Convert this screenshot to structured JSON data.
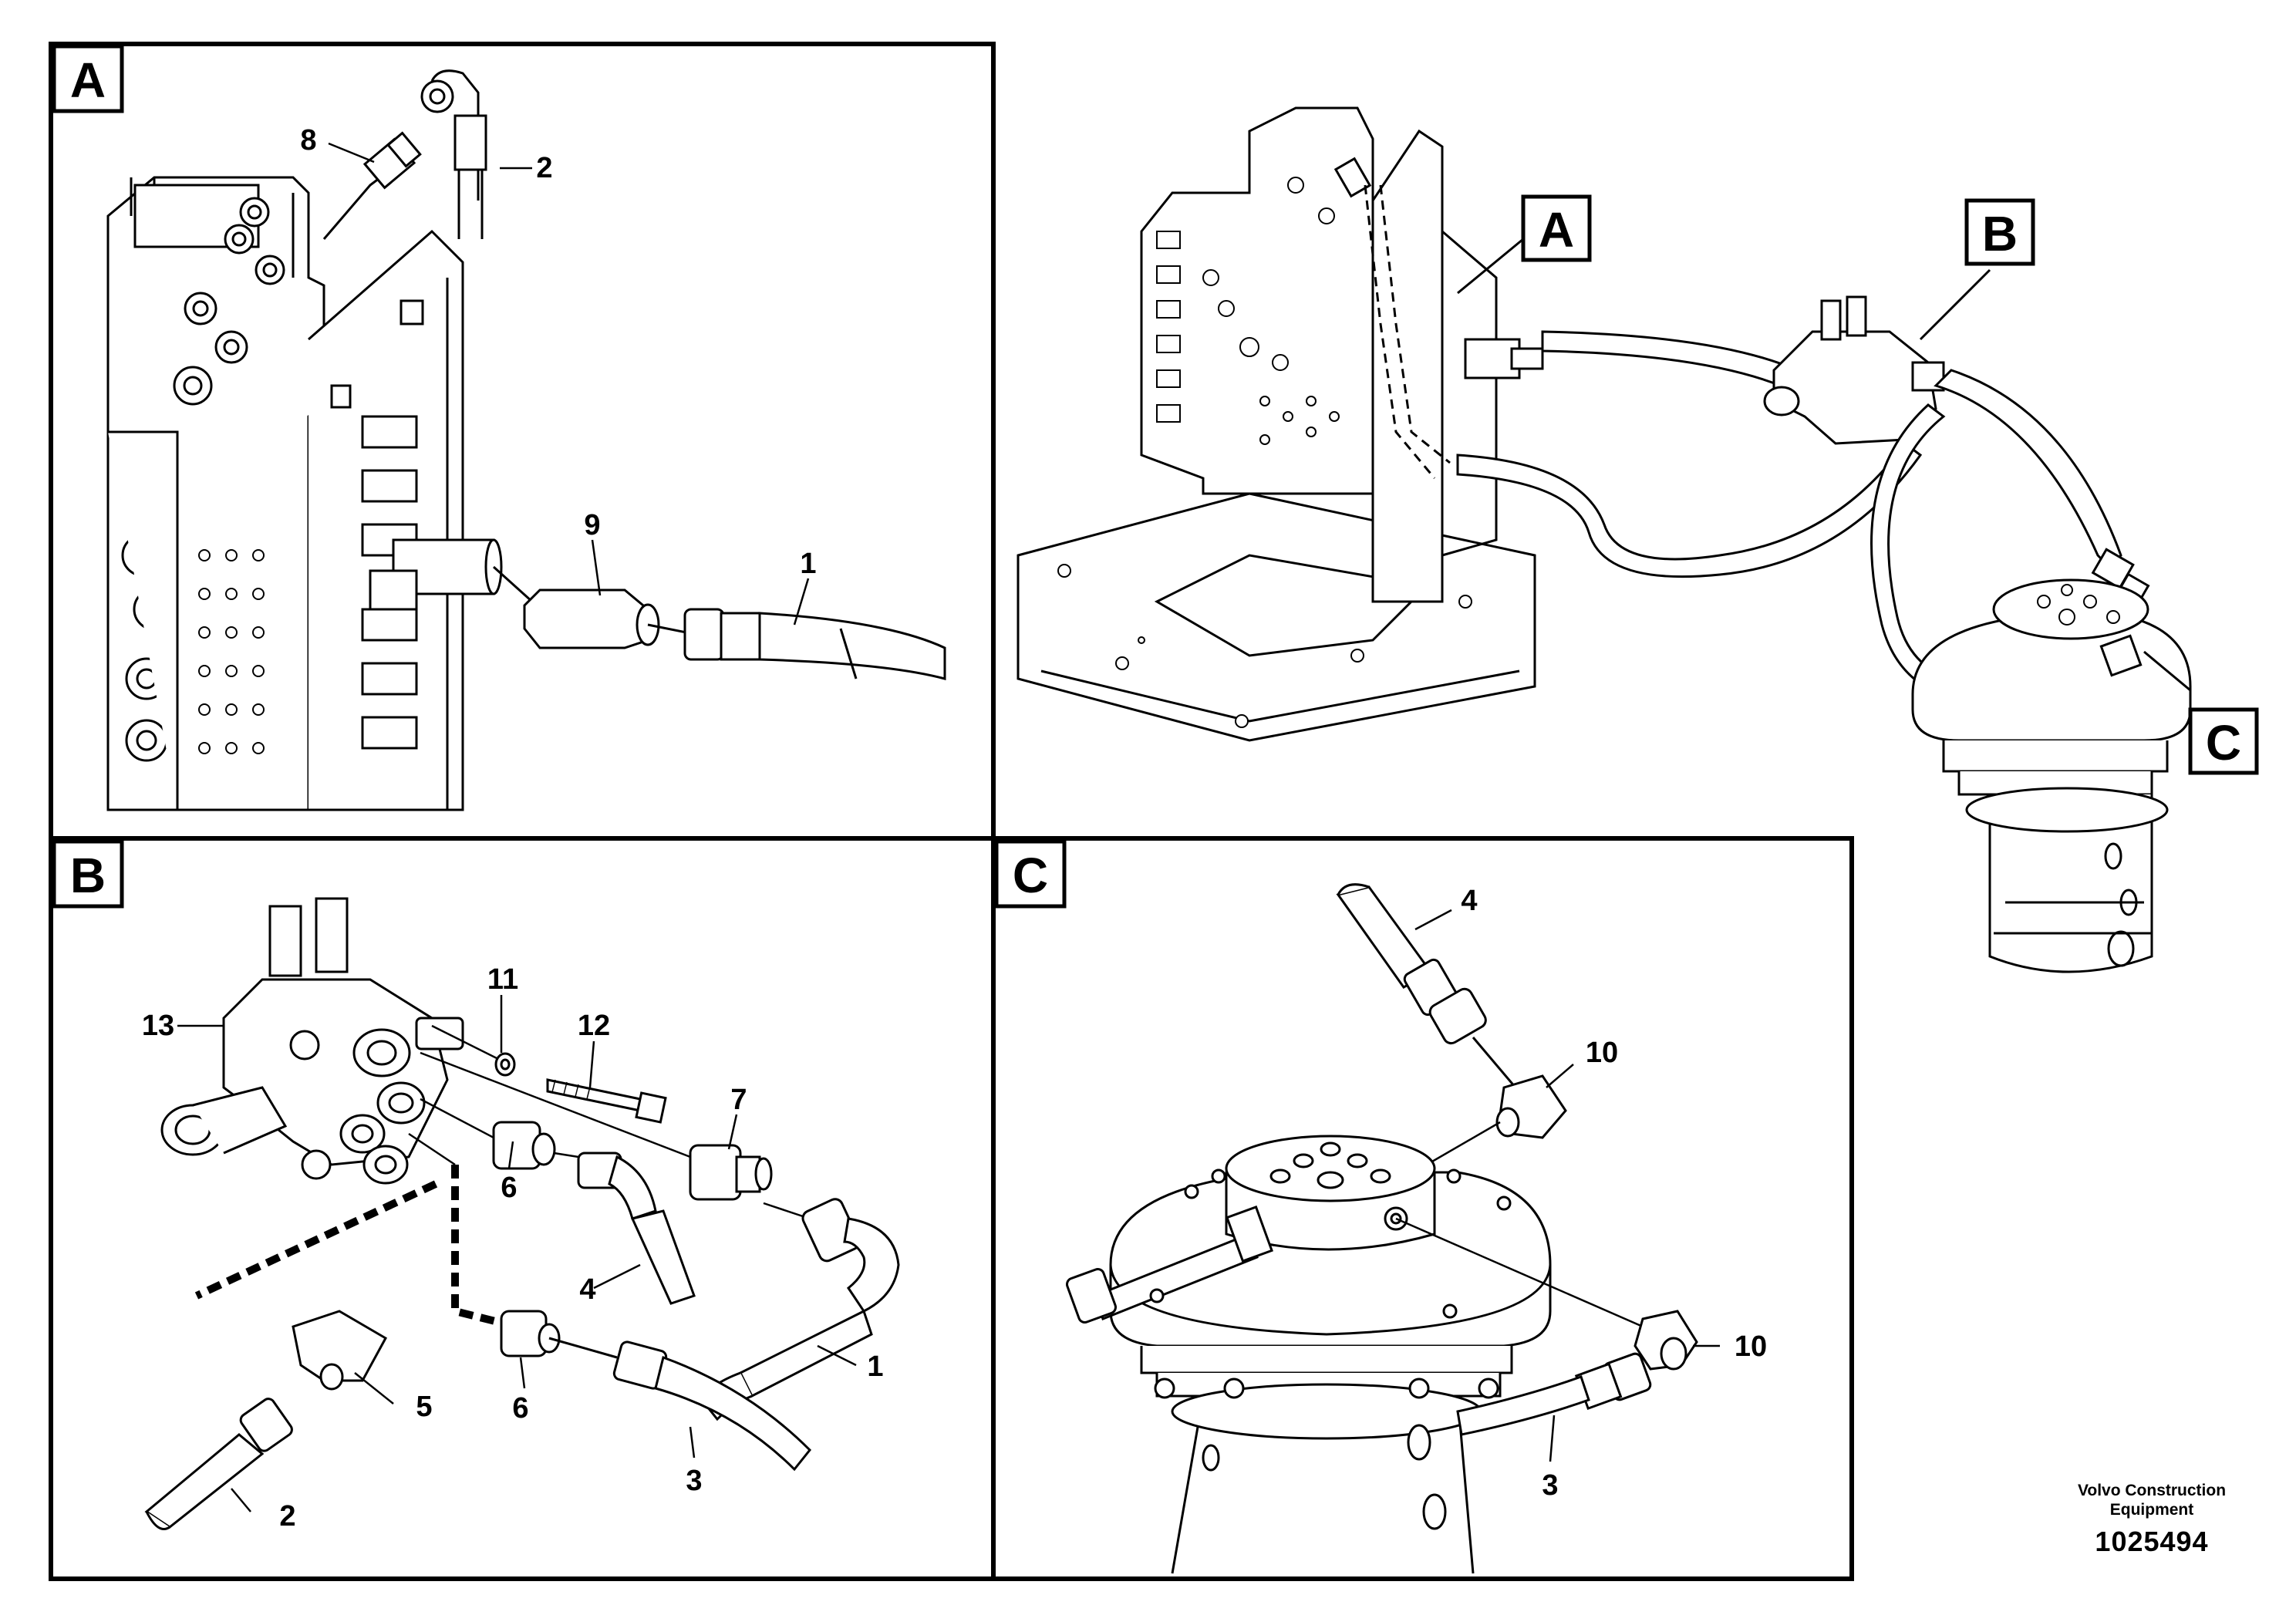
{
  "views": {
    "a": {
      "letter": "A",
      "callouts": {
        "c8": "8",
        "c2": "2",
        "c9": "9",
        "c1": "1"
      }
    },
    "b": {
      "letter": "B",
      "callouts": {
        "c13": "13",
        "c11": "11",
        "c12": "12",
        "c7": "7",
        "c6a": "6",
        "c4": "4",
        "c1": "1",
        "c5": "5",
        "c6b": "6",
        "c2": "2",
        "c3": "3"
      }
    },
    "c": {
      "letter": "C",
      "callouts": {
        "c4": "4",
        "c10a": "10",
        "c10b": "10",
        "c3": "3"
      }
    }
  },
  "overview": {
    "label_a": "A",
    "label_b": "B",
    "label_c": "C"
  },
  "maker": {
    "line1": "Volvo Construction",
    "line2": "Equipment",
    "number": "1025494"
  }
}
